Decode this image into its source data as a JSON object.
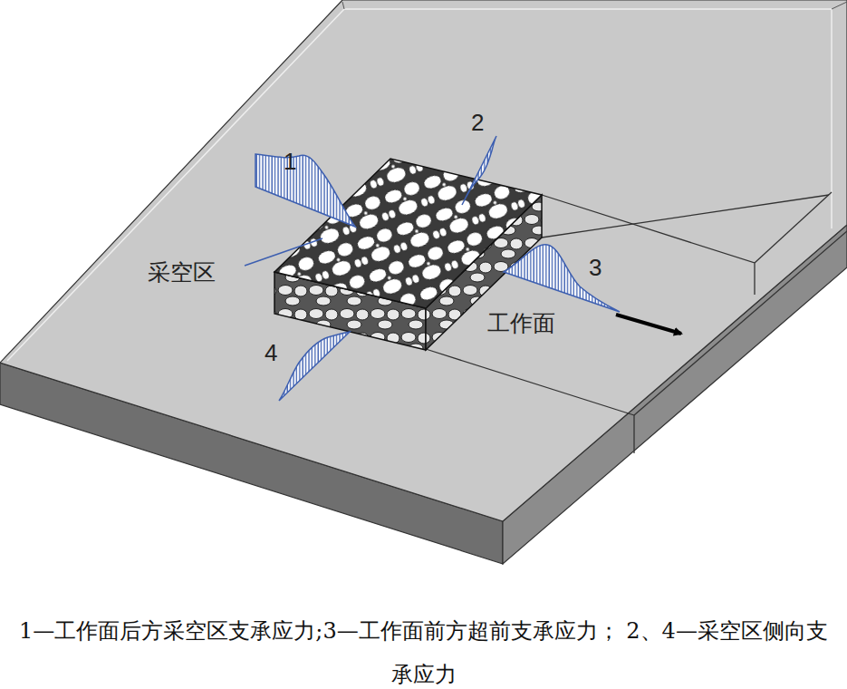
{
  "diagram": {
    "caption": "1—工作面后方采空区支承应力;3—工作面前方超前支承应力； 2、4—采空区侧向支承应力",
    "labels": [
      "1",
      "2",
      "3",
      "4",
      "采空区",
      "工作面"
    ]
  }
}
